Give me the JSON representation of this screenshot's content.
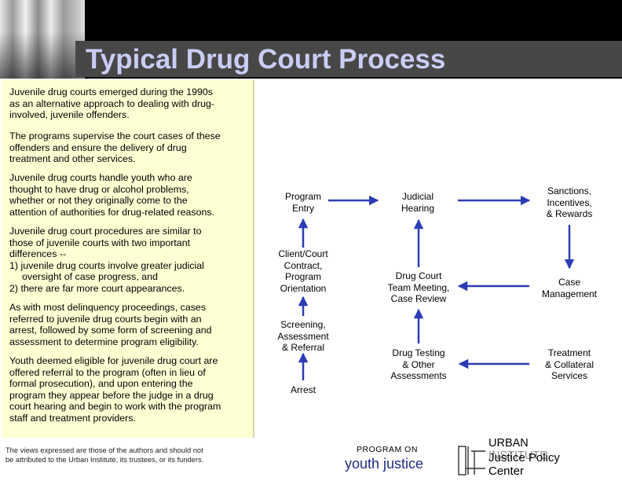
{
  "header": {
    "title": "Typical Drug Court Process"
  },
  "paragraphs": [
    {
      "lines": [
        "Juvenile drug courts emerged during the 1990s",
        "as an alternative approach to dealing with drug-",
        "involved, juvenile offenders."
      ]
    },
    {
      "lines": [
        "The programs supervise the court cases of these",
        "offenders and ensure the delivery of drug",
        "treatment and other services."
      ]
    },
    {
      "lines": [
        "Juvenile drug courts handle youth who are",
        "thought to have drug or alcohol problems,",
        "whether or not they originally come to the",
        "attention of authorities for drug-related reasons."
      ]
    },
    {
      "lines": [
        "Juvenile drug court procedures are similar to",
        "those of juvenile courts with two important",
        "differences --",
        "1) juvenile drug courts involve greater judicial",
        "oversight of case progress, and",
        "2) there are far more court appearances."
      ]
    },
    {
      "lines": [
        "As with most delinquency proceedings, cases",
        "referred to juvenile drug courts begin with an",
        "arrest, followed by some form of screening and",
        "assessment to determine program eligibility."
      ]
    },
    {
      "lines": [
        "Youth deemed eligible for juvenile drug court are",
        "offered referral to the program (often in lieu of",
        "formal prosecution), and upon entering the",
        "program they appear before the judge in a drug",
        "court hearing and begin to work with the program",
        "staff and treatment providers."
      ]
    }
  ],
  "disclaimer": [
    "The views expressed are those of the authors and should not",
    "be attributed to the Urban Institute, its trustees, or its funders."
  ],
  "flow": {
    "program_entry": [
      "Program",
      "Entry"
    ],
    "judicial_hearing": [
      "Judicial",
      "Hearing"
    ],
    "sanctions": [
      "Sanctions,",
      "Incentives,",
      "& Rewards"
    ],
    "client_court": [
      "Client/Court",
      "Contract,",
      "Program",
      "Orientation"
    ],
    "team_meeting": [
      "Drug Court",
      "Team Meeting,",
      "Case Review"
    ],
    "case_management": [
      "Case",
      "Management"
    ],
    "screening": [
      "Screening,",
      "Assessment",
      "& Referral"
    ],
    "drug_testing": [
      "Drug Testing",
      "& Other",
      "Assessments"
    ],
    "treatment": [
      "Treatment",
      "& Collateral",
      "Services"
    ],
    "arrest": [
      "Arrest"
    ]
  },
  "footer": {
    "program_on": "PROGRAM ON",
    "youth_justice": "youth justice",
    "urban_line1": "URBAN",
    "urban_line2": "INSTITUTE",
    "jpc_line1": "Justice Policy",
    "jpc_line2": "Center"
  },
  "colors": {
    "title": "#c9cdf6",
    "panel": "#ffffd4",
    "youth_justice": "#1f2a86"
  }
}
